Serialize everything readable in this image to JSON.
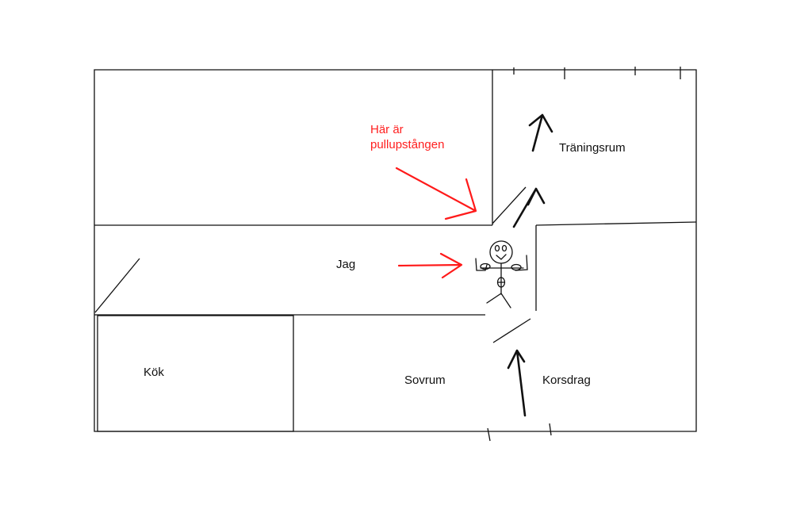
{
  "colors": {
    "walls": "#111111",
    "annotation": "#ff1a1a",
    "airflow": "#111111",
    "background": "#ffffff"
  },
  "labels": {
    "kitchen": "Kök",
    "bedroom": "Sovrum",
    "training_room": "Träningsrum",
    "draft": "Korsdrag",
    "me": "Jag",
    "pullup_bar_line1": "Här är",
    "pullup_bar_line2": "pullupstången"
  },
  "icons": {
    "figure": "stick-figure-icon",
    "annotation_arrows": "red-arrow-icon",
    "airflow_arrows": "black-arrow-icon"
  }
}
